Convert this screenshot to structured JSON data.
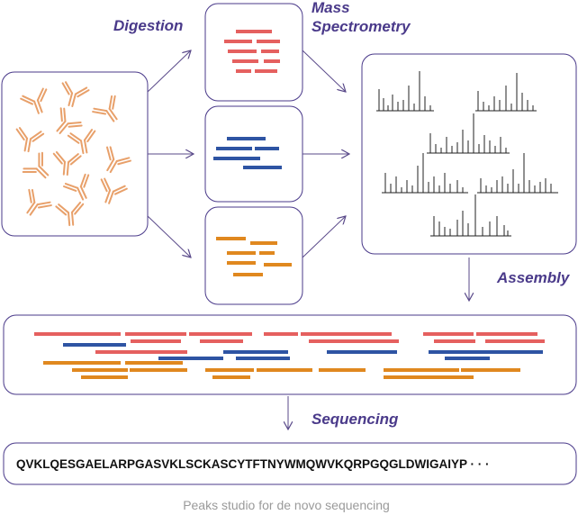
{
  "labels": {
    "digestion": "Digestion",
    "mass_line1": "Mass",
    "mass_line2": "Spectrometry",
    "assembly": "Assembly",
    "sequencing": "Sequencing"
  },
  "sequence": "QVKLQESGAELARPGASVKLSCKASCYTFTNYWMQWVKQRPGQGLDWIGAIYP · · ·",
  "caption": "Peaks studio for de novo sequencing",
  "colors": {
    "red": "#e5605f",
    "blue": "#2e54a3",
    "orange": "#e0881f",
    "antibody": "#e8a06a",
    "border": "#4a3a8a",
    "arrow": "#5a4a8a",
    "text_accent": "#4a3a8a"
  }
}
